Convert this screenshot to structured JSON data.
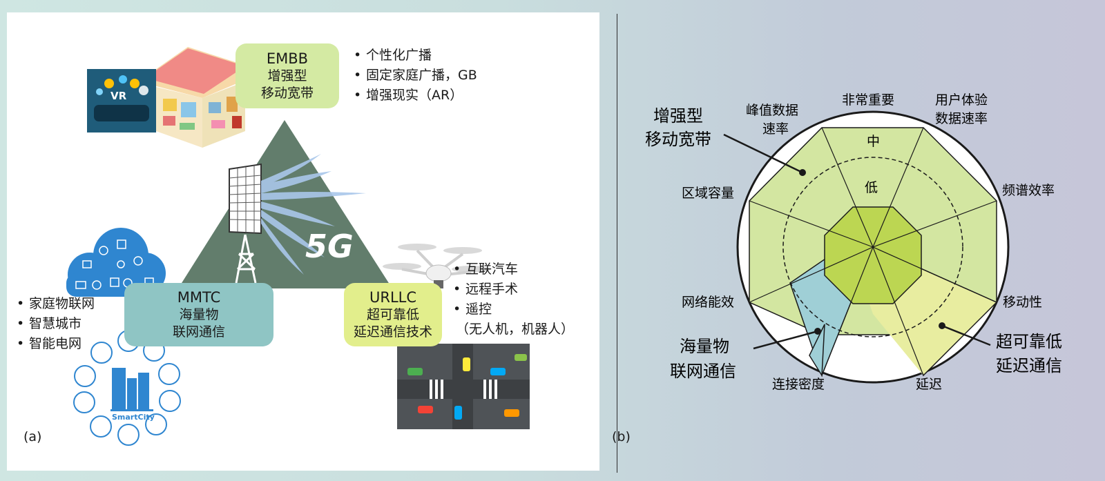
{
  "panel_a": {
    "label": "(a)",
    "logo_5g": "5G",
    "vr_text": "VR",
    "smartcity_text": "SmartCity",
    "embb": {
      "title": "EMBB",
      "line1": "增强型",
      "line2": "移动宽带",
      "bullets": [
        "个性化广播",
        "固定家庭广播，GB",
        "增强现实（AR）"
      ]
    },
    "mmtc": {
      "title": "MMTC",
      "line1": "海量物",
      "line2": "联网通信",
      "bullets": [
        "家庭物联网",
        "智慧城市",
        "智能电网"
      ]
    },
    "urllc": {
      "title": "URLLC",
      "line1": "超可靠低",
      "line2": "延迟通信技术",
      "bullets": [
        "互联汽车",
        "远程手术",
        "遥控"
      ],
      "note": "（无人机，机器人）"
    }
  },
  "panel_b": {
    "label": "(b)",
    "axes": {
      "top": "非常重要",
      "user_rate_1": "用户体验",
      "user_rate_2": "数据速率",
      "spectrum": "频谱效率",
      "mobility": "移动性",
      "latency": "延迟",
      "density": "连接密度",
      "energy": "网络能效",
      "area": "区域容量",
      "peak_1": "峰值数据",
      "peak_2": "速率"
    },
    "levels": {
      "mid": "中",
      "low": "低"
    },
    "callouts": {
      "embb_1": "增强型",
      "embb_2": "移动宽带",
      "mmtc_1": "海量物",
      "mmtc_2": "联网通信",
      "urllc_1": "超可靠低",
      "urllc_2": "延迟通信"
    },
    "colors": {
      "embb": "#d3e6a1",
      "mmtc": "#9fcfd6",
      "urllc": "#e8eda0",
      "core": "#bcd652"
    }
  }
}
